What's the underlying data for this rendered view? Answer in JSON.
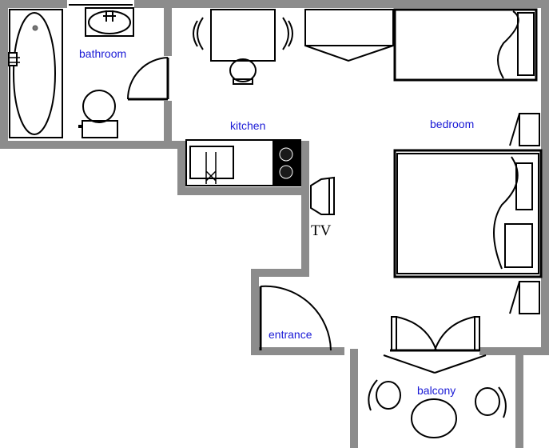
{
  "labels": {
    "bathroom": "bathroom",
    "kitchen": "kitchen",
    "bedroom": "bedroom",
    "entrance": "entrance",
    "balcony": "balcony",
    "tv": "TV"
  },
  "colors": {
    "wall": "#8c8c8c",
    "furniture": "#000000",
    "label": "#1a1ad6",
    "background": "#ffffff"
  }
}
